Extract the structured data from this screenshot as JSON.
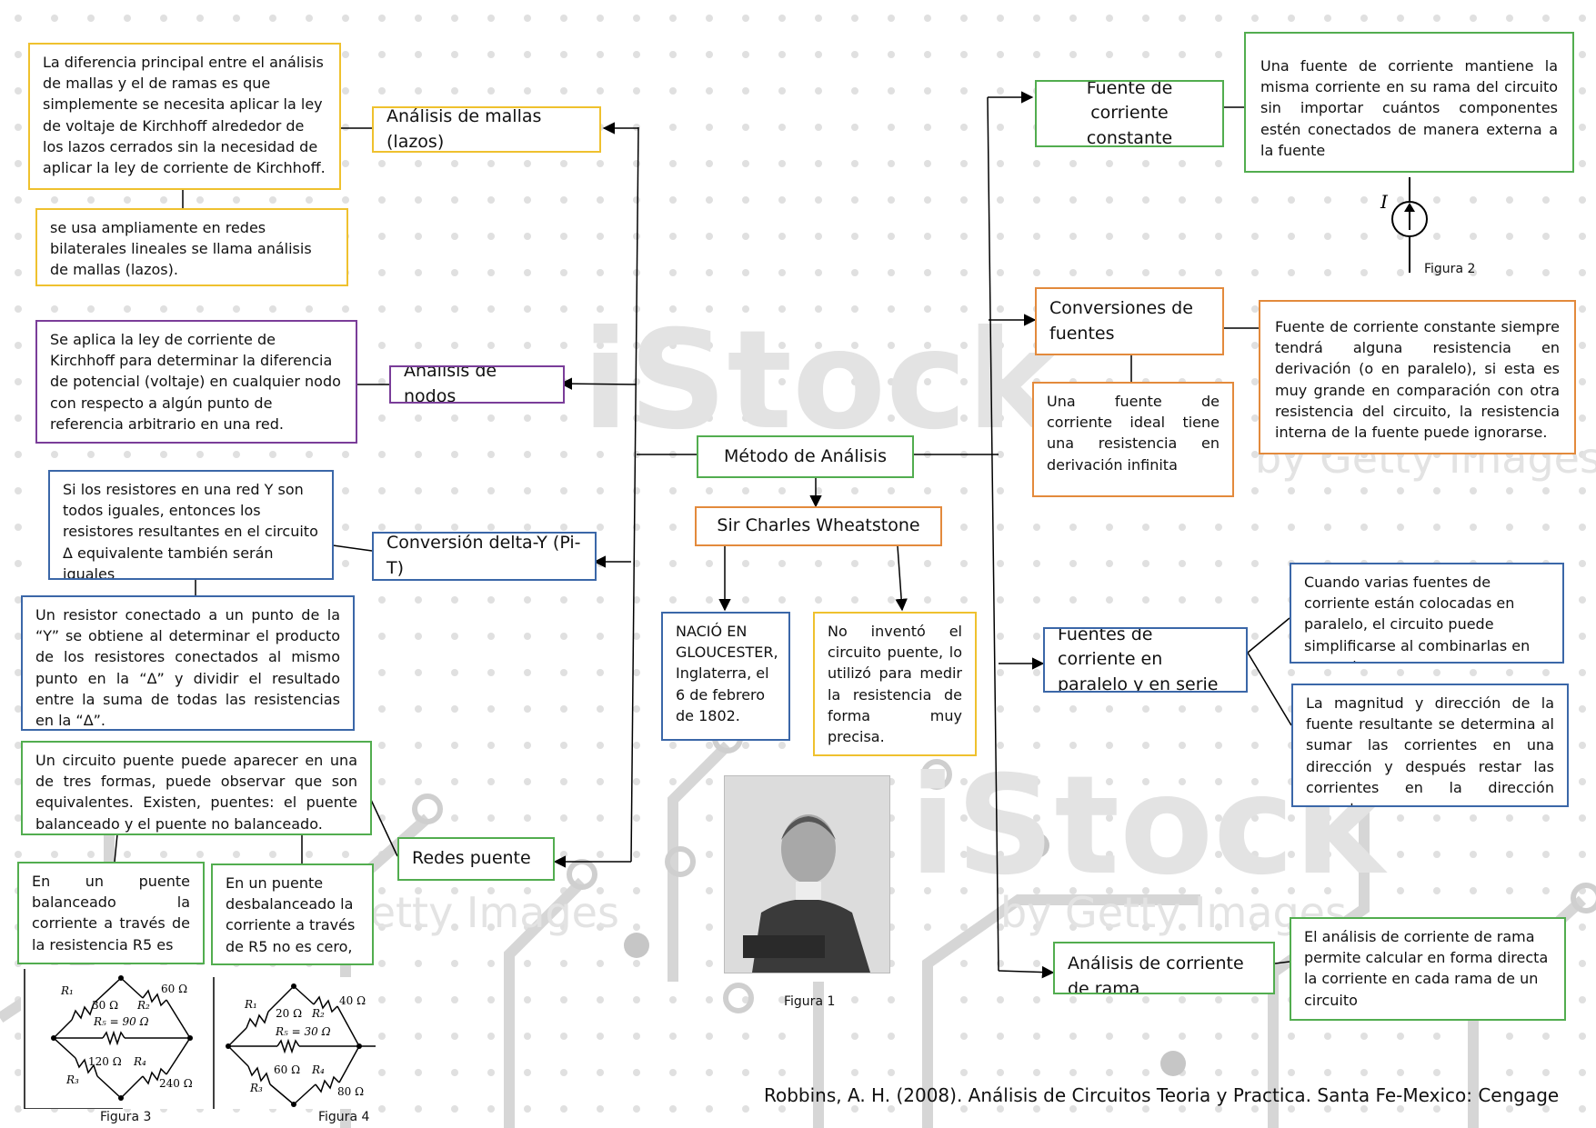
{
  "diagram": {
    "center": "Método de Análisis",
    "wheatstone": {
      "title": "Sir Charles Wheatstone",
      "born": "NACIÓ EN GLOUCESTER, Inglaterra, el 6 de febrero de 1802.",
      "note": "No inventó el circuito puente, lo utilizó para medir la resistencia de forma muy precisa.",
      "figure_caption": "Figura 1"
    },
    "mallas": {
      "title": "Análisis de mallas (lazos)",
      "desc1": "La diferencia principal entre el análisis de mallas y el de ramas es que simplemente se necesita aplicar la ley de voltaje de Kirchhoff alrededor de los lazos cerrados sin la necesidad de aplicar la ley de corriente de Kirchhoff.",
      "desc2": "se usa ampliamente en redes bilaterales lineales se llama análisis de mallas (lazos)."
    },
    "nodos": {
      "title": "Análisis de nodos",
      "desc": "Se aplica la ley de corriente de Kirchhoff para determinar la diferencia de potencial (voltaje) en cualquier nodo con respecto a algún punto de referencia arbitrario en una red."
    },
    "delta": {
      "title": "Conversión delta-Y (Pi-T)",
      "desc1": "Si los resistores en una red Y son todos iguales, entonces los resistores resultantes en el circuito Δ equivalente también serán iguales",
      "desc2": "Un resistor conectado a un punto de la “Y” se obtiene al determinar el producto de los resistores conectados al mismo punto en la “Δ” y dividir el resultado entre la suma de todas las resistencias en la “Δ”."
    },
    "puente": {
      "title": "Redes puente",
      "desc": "Un circuito puente puede aparecer en una de tres formas, puede observar que son equivalentes. Existen, puentes: el puente balanceado y el puente no balanceado.",
      "balanced": "En un puente balanceado la corriente a través de la resistencia R5 es",
      "unbalanced": "En un puente desbalanceado la corriente a través de R5 no es cero,"
    },
    "fuente_constante": {
      "title": "Fuente de corriente constante",
      "desc": "Una fuente de corriente mantiene la misma corriente en su rama del circuito sin importar cuántos componentes estén conectados de manera externa a la fuente",
      "figure_symbol": "I",
      "figure_caption": "Figura 2"
    },
    "conversiones": {
      "title": "Conversiones de fuentes",
      "desc1": "Fuente de corriente constante siempre tendrá alguna resistencia en derivación (o en paralelo), si esta es muy grande en comparación con otra resistencia del circuito, la resistencia interna de la fuente puede ignorarse.",
      "desc2": "Una fuente de corriente ideal tiene una resistencia en derivación infinita"
    },
    "paralelo": {
      "title": "Fuentes de corriente en paralelo y en serie",
      "desc1": "Cuando varias fuentes de corriente están colocadas en paralelo, el circuito puede simplificarse al combinarlas en una sola",
      "desc2": "La magnitud y dirección de la fuente resultante se determina al sumar las corrientes en una dirección y después restar las corrientes en la dirección opuesta."
    },
    "rama": {
      "title": "Análisis de corriente de rama",
      "desc": "El análisis de corriente de rama permite calcular en forma directa la corriente en cada rama de un circuito"
    },
    "figure3": {
      "caption": "Figura 3",
      "r1": "R₁",
      "r2": "R₂",
      "r3": "R₃",
      "r4": "R₄",
      "r5": "R₅ = 90 Ω",
      "v1": "30 Ω",
      "v2": "60 Ω",
      "v3": "120 Ω",
      "v4": "240 Ω"
    },
    "figure4": {
      "caption": "Figura 4",
      "r1": "R₁",
      "r2": "R₂",
      "r3": "R₃",
      "r4": "R₄",
      "r5": "R₅ = 30 Ω",
      "v1": "20 Ω",
      "v2": "40 Ω",
      "v3": "60 Ω",
      "v4": "80 Ω"
    },
    "reference": "Robbins, A. H. (2008). Análisis de Circuitos Teoria y Practica. Santa Fe-Mexico: Cengage",
    "watermark": [
      "iStock",
      "by Getty Images"
    ]
  },
  "colors": {
    "yellow": "#efc12e",
    "purple": "#7a3d99",
    "blue": "#3b67a8",
    "green": "#52ad4f",
    "orange": "#e38a3c"
  }
}
